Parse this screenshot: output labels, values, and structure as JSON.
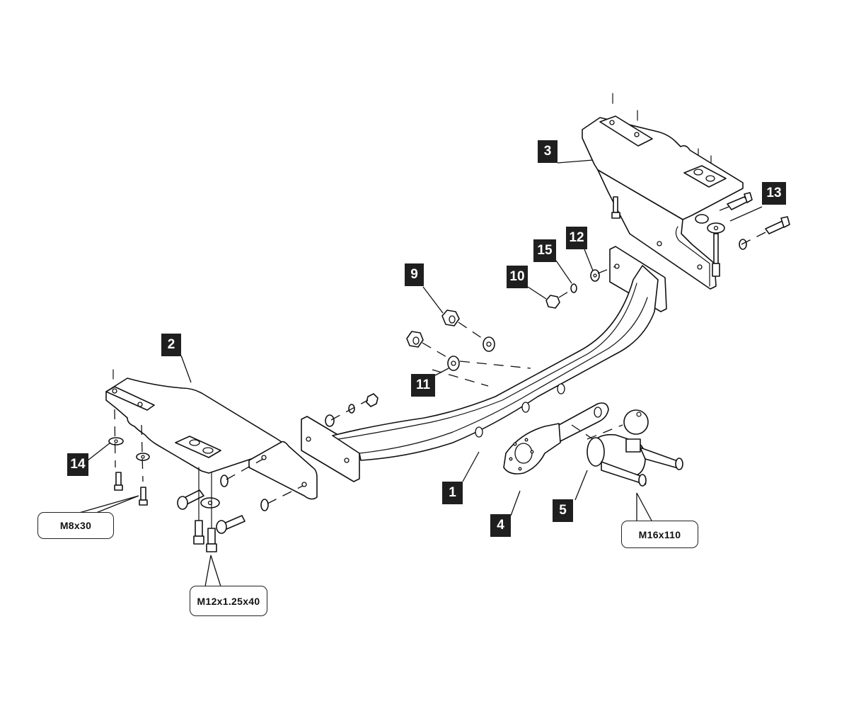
{
  "diagram": {
    "title": "Tow bar exploded view assembly diagram",
    "part_labels": [
      {
        "id": "1",
        "part": "main cross beam"
      },
      {
        "id": "2",
        "part": "left mounting bracket"
      },
      {
        "id": "3",
        "part": "right mounting bracket"
      },
      {
        "id": "4",
        "part": "electrical socket plate"
      },
      {
        "id": "5",
        "part": "tow ball neck"
      },
      {
        "id": "9",
        "part": "large nut"
      },
      {
        "id": "10",
        "part": "nut"
      },
      {
        "id": "11",
        "part": "large washer"
      },
      {
        "id": "12",
        "part": "flat washer"
      },
      {
        "id": "13",
        "part": "bolt"
      },
      {
        "id": "14",
        "part": "washer"
      },
      {
        "id": "15",
        "part": "spring washer"
      }
    ],
    "bolt_callouts": {
      "m8": "M8x30",
      "m12": "M12x1.25x40",
      "m16": "M16x110"
    },
    "colors": {
      "line": "#111111",
      "badge_bg": "#1f1f1f",
      "badge_text": "#ffffff",
      "background": "#ffffff"
    }
  }
}
